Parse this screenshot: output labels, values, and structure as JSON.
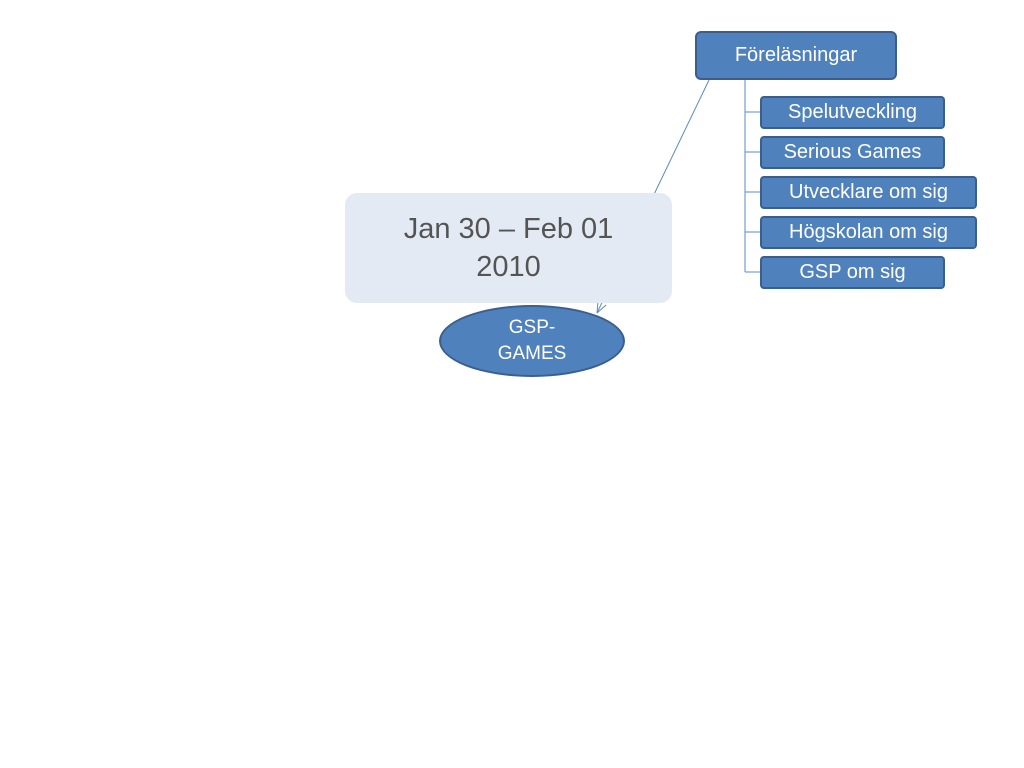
{
  "date_box": {
    "line1": "Jan 30 – Feb 01",
    "line2": "2010"
  },
  "root_node": {
    "label": "Föreläsningar"
  },
  "children": [
    {
      "label": "Spelutveckling"
    },
    {
      "label": "Serious Games"
    },
    {
      "label": "Utvecklare om sig"
    },
    {
      "label": "Högskolan om sig"
    },
    {
      "label": "GSP om sig"
    }
  ],
  "target_node": {
    "line1": "GSP-",
    "line2": "GAMES"
  },
  "colors": {
    "node_fill": "#4f81bd",
    "node_border": "#3a5f8e",
    "date_box_fill": "#e3eaf4",
    "date_text": "#545454",
    "connector": "#4f81bd"
  }
}
